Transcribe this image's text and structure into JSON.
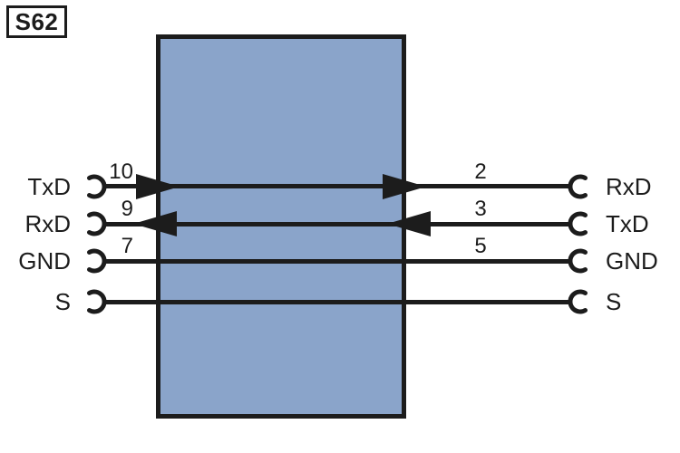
{
  "figure": {
    "tag_label": "S62",
    "type": "serial-cable-wiring-diagram",
    "colors": {
      "background": "#ffffff",
      "device_fill": "#8aa4ca",
      "stroke": "#1c1c1c"
    }
  },
  "left_pins": [
    {
      "label": "TxD",
      "pin": "10"
    },
    {
      "label": "RxD",
      "pin": "9"
    },
    {
      "label": "GND",
      "pin": "7"
    },
    {
      "label": "S",
      "pin": ""
    }
  ],
  "right_pins": [
    {
      "label": "RxD",
      "pin": "2"
    },
    {
      "label": "TxD",
      "pin": "3"
    },
    {
      "label": "GND",
      "pin": "5"
    },
    {
      "label": "S",
      "pin": ""
    }
  ],
  "connections": [
    {
      "left_signal": "TxD",
      "left_pin": "10",
      "right_signal": "RxD",
      "right_pin": "2",
      "direction": "left-to-right"
    },
    {
      "left_signal": "RxD",
      "left_pin": "9",
      "right_signal": "TxD",
      "right_pin": "3",
      "direction": "right-to-left"
    },
    {
      "left_signal": "GND",
      "left_pin": "7",
      "right_signal": "GND",
      "right_pin": "5",
      "direction": "none"
    },
    {
      "left_signal": "S",
      "left_pin": "",
      "right_signal": "S",
      "right_pin": "",
      "direction": "none"
    }
  ]
}
